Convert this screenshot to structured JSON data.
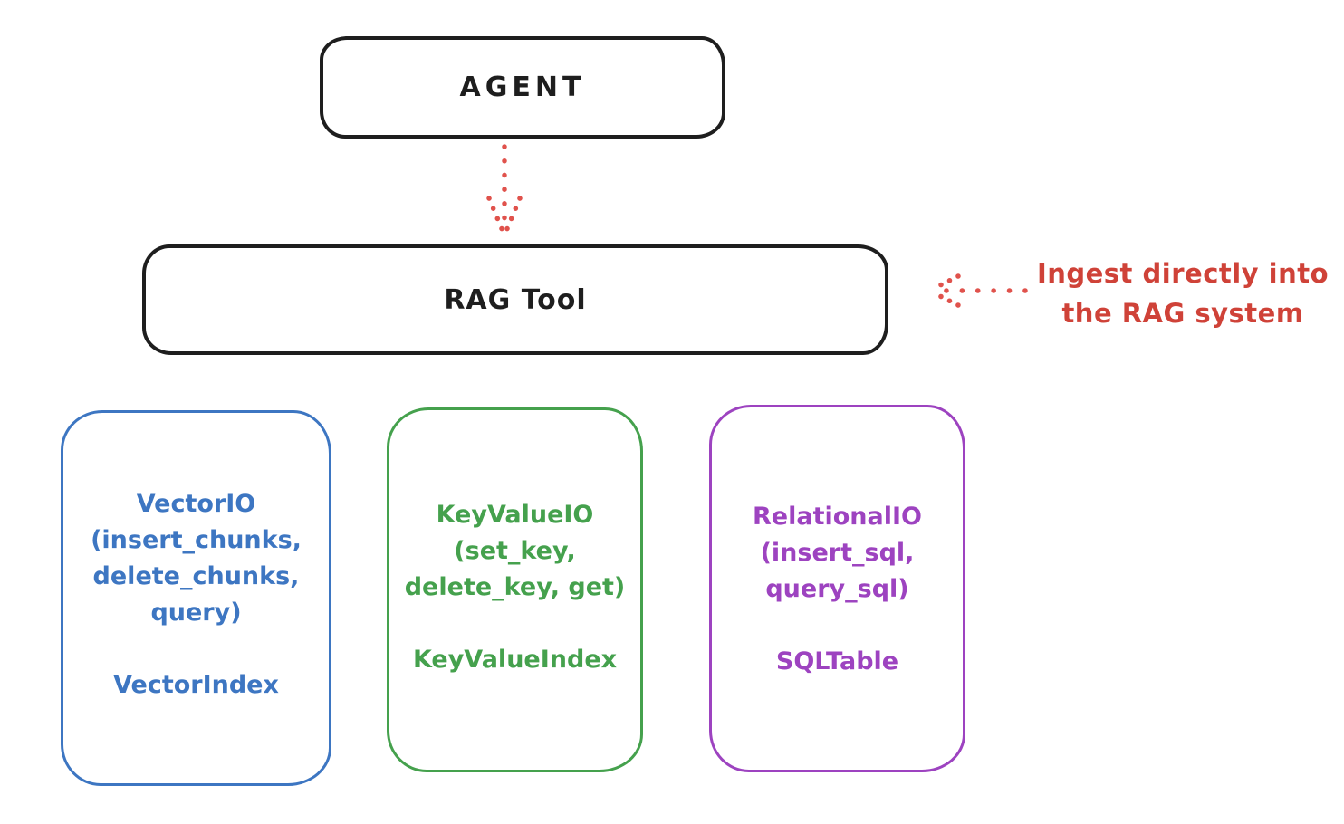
{
  "agent_box": {
    "label": "AGENT",
    "stroke_color": "#1e1e1e"
  },
  "rag_tool_box": {
    "label": "RAG Tool",
    "stroke_color": "#1e1e1e"
  },
  "agent_to_rag_arrow": {
    "style": "dotted",
    "color": "#e0524c"
  },
  "annotation": {
    "lines": [
      "Ingest directly into",
      "the RAG system"
    ],
    "text_color": "#cf4238",
    "arrow_style": "dotted",
    "arrow_color": "#e0524c"
  },
  "backend_boxes": [
    {
      "name": "vector-io",
      "color": "#3d76c2",
      "lines": [
        "VectorIO",
        "(insert_chunks,",
        "delete_chunks,",
        "query)"
      ],
      "index_label": "VectorIndex"
    },
    {
      "name": "key-value-io",
      "color": "#45a14d",
      "lines": [
        "KeyValueIO",
        "(set_key,",
        "delete_key, get)"
      ],
      "index_label": "KeyValueIndex"
    },
    {
      "name": "relational-io",
      "color": "#9d43c0",
      "lines": [
        "RelationalIO",
        "(insert_sql,",
        "query_sql)"
      ],
      "index_label": "SQLTable"
    }
  ]
}
